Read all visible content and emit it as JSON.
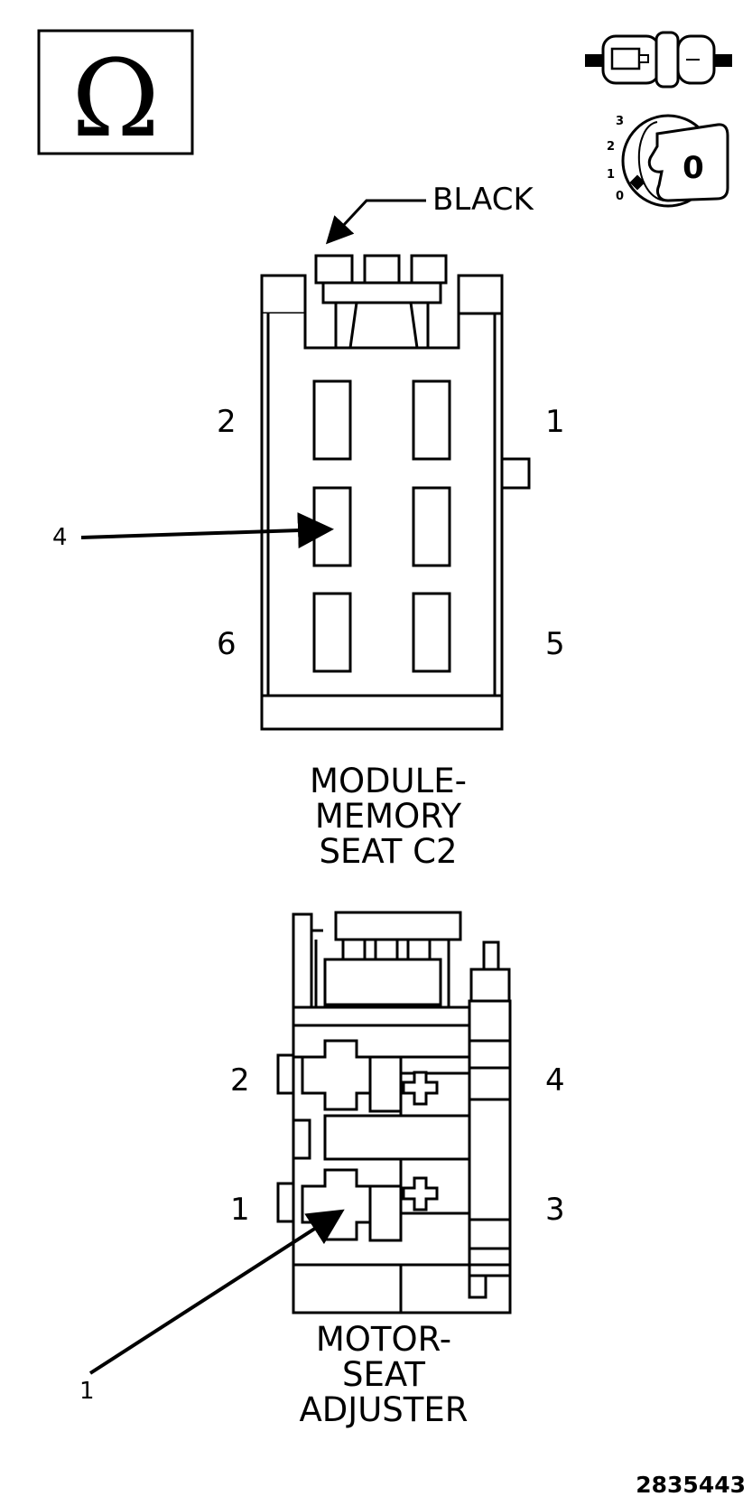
{
  "ohm_symbol": "Ω",
  "icons": {
    "connector": "connector-icon",
    "ignition": "ignition-key-icon"
  },
  "ignition": {
    "positions": [
      "3",
      "2",
      "1",
      "0"
    ],
    "key_label": "0"
  },
  "color_callout": "BLACK",
  "module_connector": {
    "pins": {
      "p1": "1",
      "p2": "2",
      "p5": "5",
      "p6": "6"
    },
    "callout": "4",
    "title_lines": [
      "MODULE-",
      "MEMORY",
      "SEAT C2"
    ]
  },
  "motor_connector": {
    "pins": {
      "p1": "1",
      "p2": "2",
      "p3": "3",
      "p4": "4"
    },
    "callout": "1",
    "title_lines": [
      "MOTOR-",
      "SEAT",
      "ADJUSTER"
    ]
  },
  "figure_number": "2835443"
}
